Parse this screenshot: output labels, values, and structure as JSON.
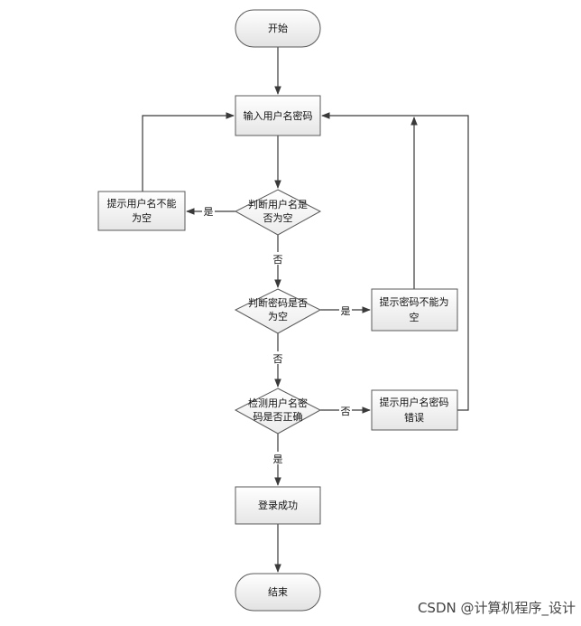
{
  "nodes": {
    "start": "开始",
    "input": "输入用户名密码",
    "check_user_empty": [
      "判断用户名是",
      "否为空"
    ],
    "user_empty_msg": [
      "提示用户名不能",
      "为空"
    ],
    "check_pwd_empty": [
      "判断密码是否",
      "为空"
    ],
    "pwd_empty_msg": [
      "提示密码不能为",
      "空"
    ],
    "check_correct": [
      "检测用户名密",
      "码是否正确"
    ],
    "wrong_msg": [
      "提示用户名密码",
      "错误"
    ],
    "success": "登录成功",
    "end": "结束"
  },
  "edge_labels": {
    "user_empty_yes": "是",
    "user_empty_no": "否",
    "pwd_empty_yes": "是",
    "pwd_empty_no": "否",
    "correct_no": "否",
    "correct_yes": "是"
  },
  "watermark": "CSDN @计算机程序_设计"
}
